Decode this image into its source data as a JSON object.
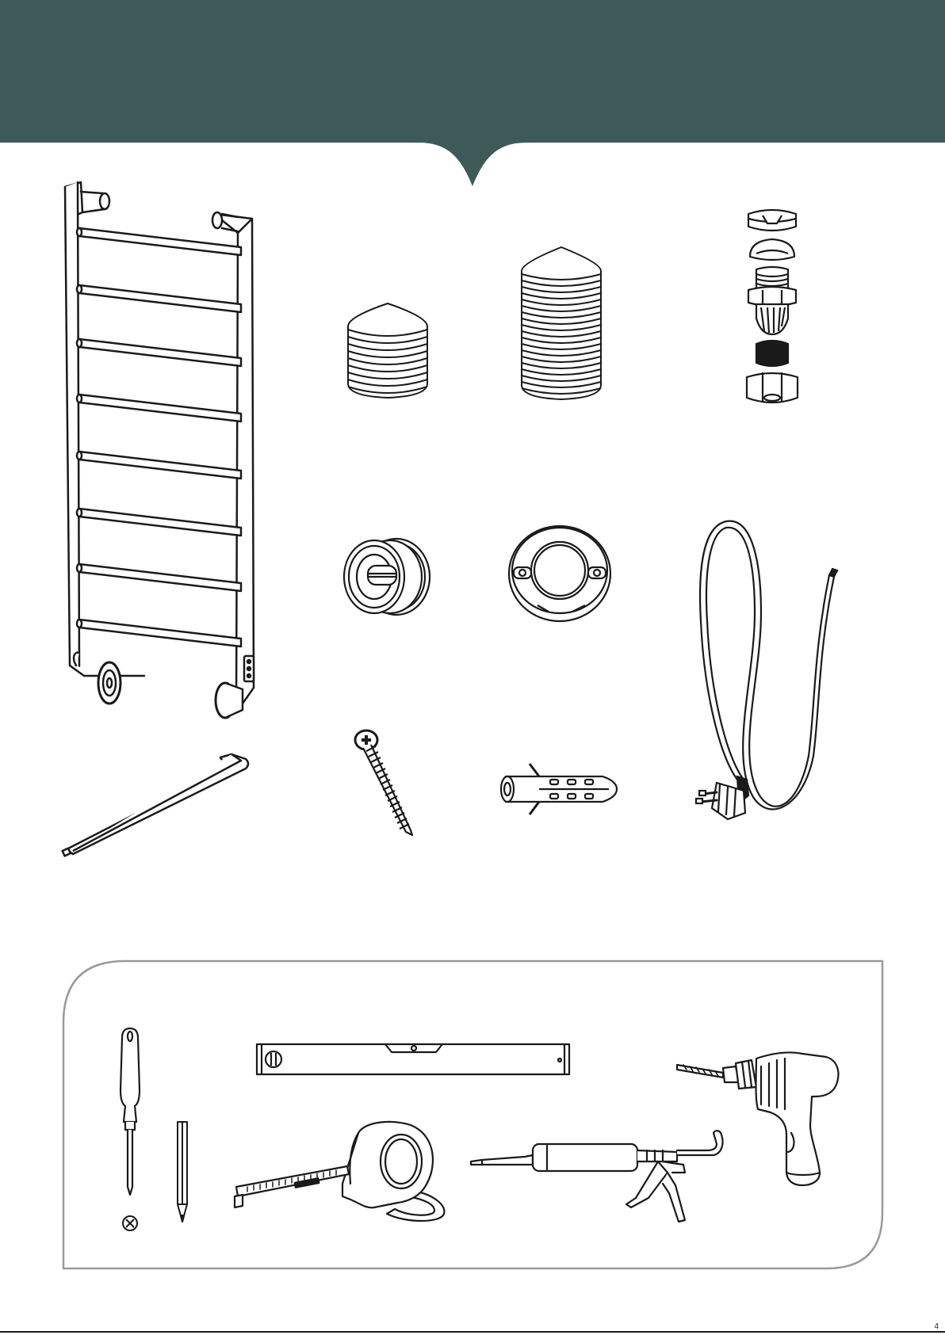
{
  "colors": {
    "header": "#3d5a59",
    "line": "#1a1a1a",
    "panel_border": "#9a9a9a",
    "fill": "#ffffff"
  },
  "header": {
    "title": "",
    "notch_icon": "down-notch-icon"
  },
  "parts": [
    {
      "id": "towel-rail",
      "icon": "towel-rail-icon"
    },
    {
      "id": "allen-key",
      "icon": "allen-key-icon"
    },
    {
      "id": "plug-short",
      "icon": "threaded-plug-short-icon"
    },
    {
      "id": "plug-long",
      "icon": "threaded-plug-long-icon"
    },
    {
      "id": "cable-gland",
      "icon": "cable-gland-exploded-icon"
    },
    {
      "id": "wall-bracket",
      "icon": "wall-bracket-icon"
    },
    {
      "id": "cover-ring",
      "icon": "cover-ring-icon"
    },
    {
      "id": "power-cable",
      "icon": "power-cable-plug-icon"
    },
    {
      "id": "screw",
      "icon": "phillips-screw-icon"
    },
    {
      "id": "wall-plug",
      "icon": "wall-plug-icon"
    }
  ],
  "tools": [
    {
      "id": "screwdriver",
      "icon": "phillips-screwdriver-icon"
    },
    {
      "id": "phillips-symbol",
      "icon": "phillips-head-symbol-icon"
    },
    {
      "id": "pencil",
      "icon": "pencil-icon"
    },
    {
      "id": "spirit-level",
      "icon": "spirit-level-icon"
    },
    {
      "id": "tape-measure",
      "icon": "tape-measure-icon"
    },
    {
      "id": "caulking-gun",
      "icon": "caulking-gun-icon"
    },
    {
      "id": "drill",
      "icon": "power-drill-icon"
    }
  ],
  "footer": {
    "page_number": "4"
  }
}
